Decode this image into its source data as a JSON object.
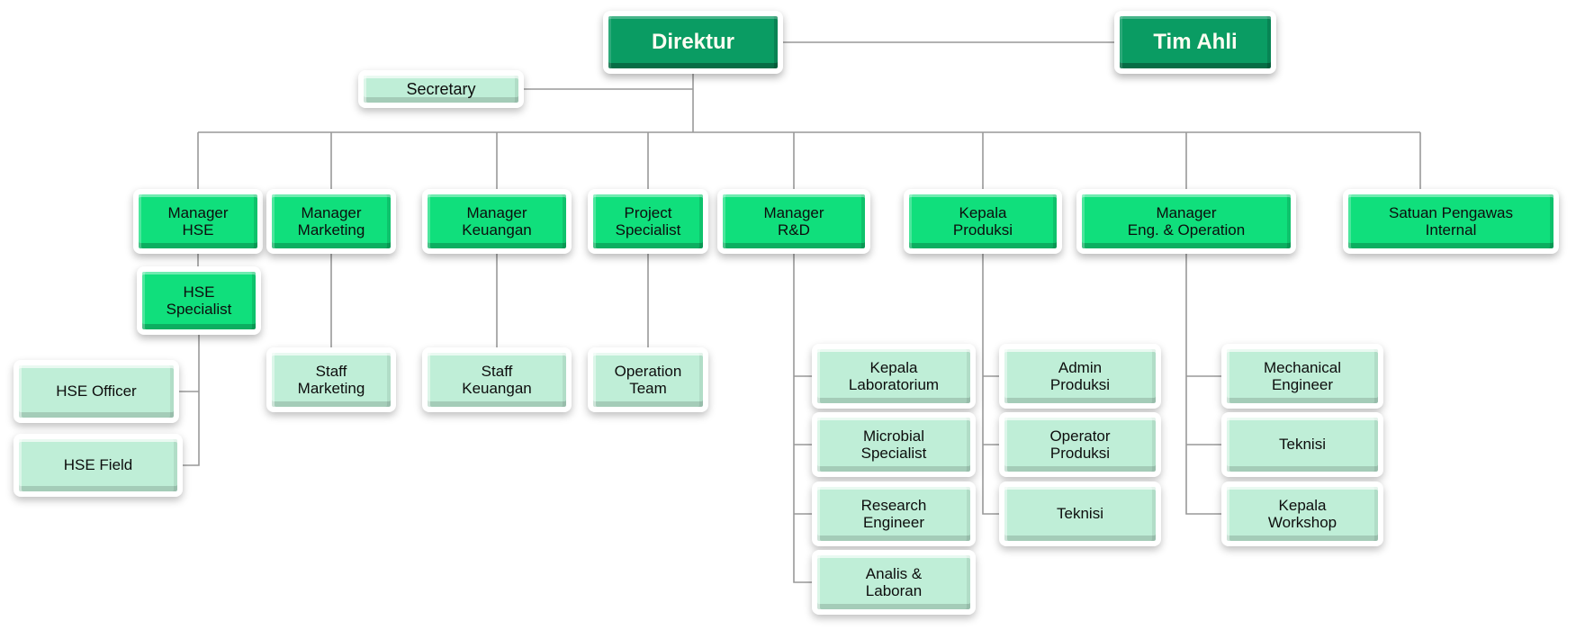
{
  "palette": {
    "executive_green": "#0a9c63",
    "manager_green": "#10df7c",
    "staff_green": "#bfeed7",
    "connector_gray": "#999999",
    "frame_white": "#ffffff",
    "text_dark": "#0d0d0d",
    "text_light": "#fdfdf2"
  },
  "org_chart": {
    "nodes": {
      "direktur": {
        "label": "Direktur",
        "level": "executive"
      },
      "tim_ahli": {
        "label": "Tim Ahli",
        "level": "executive"
      },
      "secretary": {
        "label": "Secretary",
        "level": "staff"
      },
      "manager_hse": {
        "label": "Manager\nHSE",
        "level": "manager"
      },
      "manager_marketing": {
        "label": "Manager\nMarketing",
        "level": "manager"
      },
      "manager_keuangan": {
        "label": "Manager\nKeuangan",
        "level": "manager"
      },
      "project_specialist": {
        "label": "Project\nSpecialist",
        "level": "manager"
      },
      "manager_rnd": {
        "label": "Manager\nR&D",
        "level": "manager"
      },
      "kepala_produksi": {
        "label": "Kepala\nProduksi",
        "level": "manager"
      },
      "manager_eng_operation": {
        "label": "Manager\nEng. & Operation",
        "level": "manager"
      },
      "satuan_pengawas_internal": {
        "label": "Satuan Pengawas\nInternal",
        "level": "manager"
      },
      "hse_specialist": {
        "label": "HSE\nSpecialist",
        "level": "manager"
      },
      "hse_officer": {
        "label": "HSE Officer",
        "level": "staff"
      },
      "hse_field": {
        "label": "HSE Field",
        "level": "staff"
      },
      "staff_marketing": {
        "label": "Staff\nMarketing",
        "level": "staff"
      },
      "staff_keuangan": {
        "label": "Staff\nKeuangan",
        "level": "staff"
      },
      "operation_team": {
        "label": "Operation\nTeam",
        "level": "staff"
      },
      "kepala_laboratorium": {
        "label": "Kepala\nLaboratorium",
        "level": "staff"
      },
      "microbial_specialist": {
        "label": "Microbial\nSpecialist",
        "level": "staff"
      },
      "research_engineer": {
        "label": "Research\nEngineer",
        "level": "staff"
      },
      "analis_laboran": {
        "label": "Analis &\nLaboran",
        "level": "staff"
      },
      "admin_produksi": {
        "label": "Admin\nProduksi",
        "level": "staff"
      },
      "operator_produksi": {
        "label": "Operator\nProduksi",
        "level": "staff"
      },
      "teknisi_produksi": {
        "label": "Teknisi",
        "level": "staff"
      },
      "mechanical_engineer": {
        "label": "Mechanical\nEngineer",
        "level": "staff"
      },
      "teknisi_eng": {
        "label": "Teknisi",
        "level": "staff"
      },
      "kepala_workshop": {
        "label": "Kepala\nWorkshop",
        "level": "staff"
      }
    },
    "edges": [
      [
        "direktur",
        "tim_ahli"
      ],
      [
        "direktur",
        "secretary"
      ],
      [
        "direktur",
        "manager_hse"
      ],
      [
        "direktur",
        "manager_marketing"
      ],
      [
        "direktur",
        "manager_keuangan"
      ],
      [
        "direktur",
        "project_specialist"
      ],
      [
        "direktur",
        "manager_rnd"
      ],
      [
        "direktur",
        "kepala_produksi"
      ],
      [
        "direktur",
        "manager_eng_operation"
      ],
      [
        "direktur",
        "satuan_pengawas_internal"
      ],
      [
        "manager_hse",
        "hse_specialist"
      ],
      [
        "hse_specialist",
        "hse_officer"
      ],
      [
        "hse_specialist",
        "hse_field"
      ],
      [
        "manager_marketing",
        "staff_marketing"
      ],
      [
        "manager_keuangan",
        "staff_keuangan"
      ],
      [
        "project_specialist",
        "operation_team"
      ],
      [
        "manager_rnd",
        "kepala_laboratorium"
      ],
      [
        "manager_rnd",
        "microbial_specialist"
      ],
      [
        "manager_rnd",
        "research_engineer"
      ],
      [
        "manager_rnd",
        "analis_laboran"
      ],
      [
        "kepala_produksi",
        "admin_produksi"
      ],
      [
        "kepala_produksi",
        "operator_produksi"
      ],
      [
        "kepala_produksi",
        "teknisi_produksi"
      ],
      [
        "manager_eng_operation",
        "mechanical_engineer"
      ],
      [
        "manager_eng_operation",
        "teknisi_eng"
      ],
      [
        "manager_eng_operation",
        "kepala_workshop"
      ]
    ]
  }
}
